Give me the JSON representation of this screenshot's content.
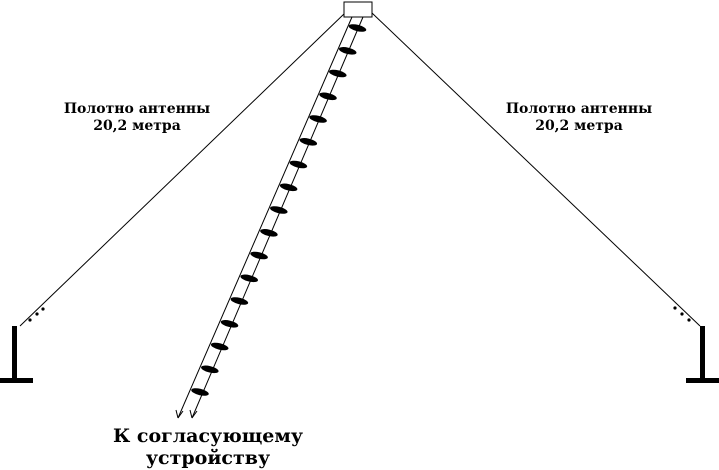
{
  "labels": {
    "left_wire": {
      "line1": "Полотно антенны",
      "line2": "20,2 метра"
    },
    "right_wire": {
      "line1": "Полотно антенны",
      "line2": "20,2 метра"
    },
    "feed": {
      "line1": "К согласующему",
      "line2": "устройству"
    }
  },
  "colors": {
    "ink": "#000000",
    "background": "#ffffff"
  }
}
